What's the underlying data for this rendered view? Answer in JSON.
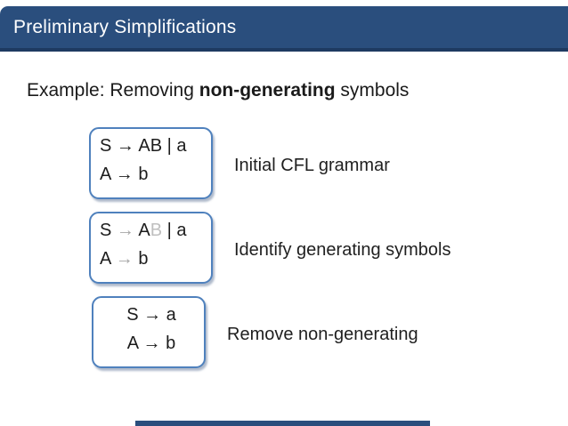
{
  "header": {
    "title": "Preliminary Simplifications"
  },
  "heading": {
    "prefix": "Example: Removing ",
    "emphasis": "non-generating",
    "suffix": " symbols"
  },
  "colors": {
    "header_bg": "#2A4E7D",
    "header_bottom_border": "#1E3A61",
    "box_border": "#4F81BD",
    "body_text": "#1c1c1c",
    "muted_symbol": "#A6A6A6",
    "muted_symbol_light": "#BFBFBF",
    "footer_bar": "#2A4E7D"
  },
  "boxes": [
    {
      "caption": "Initial CFL grammar",
      "align": "left",
      "lines": [
        [
          {
            "text": "S → AB | a",
            "color": "normal"
          }
        ],
        [
          {
            "text": "A → b",
            "color": "normal"
          }
        ]
      ]
    },
    {
      "caption": "Identify generating symbols",
      "align": "left",
      "lines": [
        [
          {
            "text": "S ",
            "color": "normal"
          },
          {
            "text": "→",
            "color": "muted"
          },
          {
            "text": " A",
            "color": "normal"
          },
          {
            "text": "B",
            "color": "muted-light"
          },
          {
            "text": " | a",
            "color": "normal"
          }
        ],
        [
          {
            "text": "A ",
            "color": "normal"
          },
          {
            "text": "→",
            "color": "muted"
          },
          {
            "text": " b",
            "color": "normal"
          }
        ]
      ]
    },
    {
      "caption": "Remove non-generating",
      "align": "center",
      "lines": [
        [
          {
            "text": "S → a",
            "color": "normal"
          }
        ],
        [
          {
            "text": "A → b",
            "color": "normal"
          }
        ]
      ]
    }
  ]
}
